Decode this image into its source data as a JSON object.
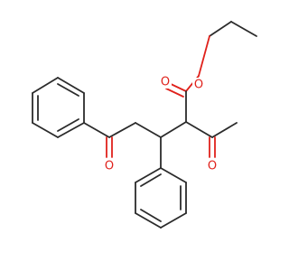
{
  "molecule": {
    "oxygen_labels": {
      "ester_carbonyl": "O",
      "ester_oxygen": "O",
      "ketone_acetyl": "O",
      "ketone_benzoyl": "O"
    },
    "colors": {
      "bond": "#2b2b2b",
      "oxygen": "#e0211b",
      "background": "#ffffff"
    }
  }
}
